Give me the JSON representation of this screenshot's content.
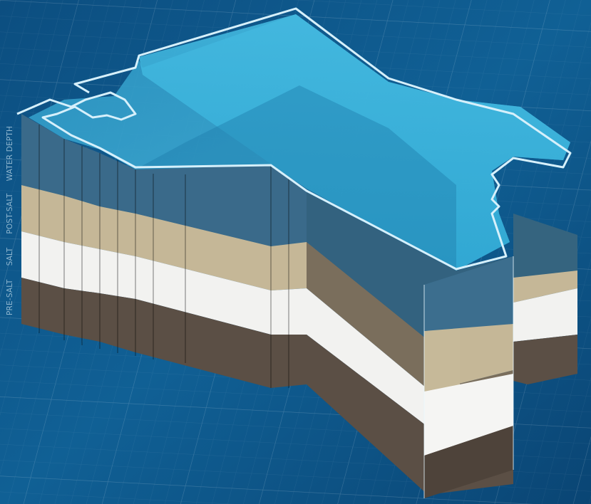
{
  "layer_labels": {
    "pre_salt": "PRE-SALT",
    "salt": "SALT",
    "post_salt": "POST-SALT",
    "water_depth": "WATER DEPTH"
  },
  "colors": {
    "background": "#0f5a8c",
    "water_top": "#3fb3da",
    "water_wall": "#3d6f8f",
    "post_salt": "#c6b89a",
    "salt": "#f3f3f1",
    "pre_salt": "#5d5147",
    "outline": "#d8f1fb"
  },
  "icons": [
    "stratigraphic-block-diagram"
  ]
}
